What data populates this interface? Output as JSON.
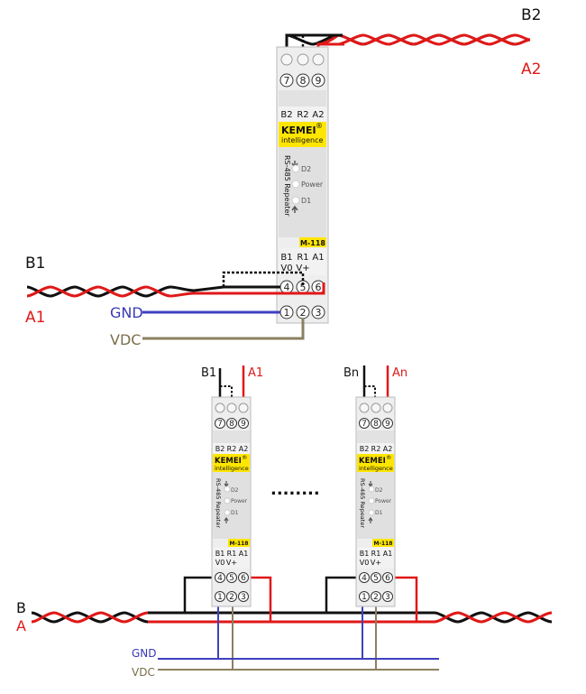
{
  "colors": {
    "b_wire": "#111111",
    "a_wire": "#e01818",
    "gnd_wire": "#4040c0",
    "vdc_wire": "#8b8060",
    "label_b": "#111111",
    "label_a": "#e01818",
    "label_gnd": "#3838b8",
    "label_vdc": "#7a6e4a",
    "module_body": "#e6e6e6",
    "module_label_band": "#ffe600"
  },
  "top": {
    "labels": {
      "b2": "B2",
      "a2": "A2",
      "b1": "B1",
      "a1": "A1",
      "gnd": "GND",
      "vdc": "VDC"
    },
    "module": {
      "top_terminals": [
        "7",
        "8",
        "9"
      ],
      "top_header": [
        "B2",
        "R2",
        "A2"
      ],
      "brand": "KEMEI",
      "registered": "®",
      "subbrand": "intelligence",
      "product_text": "RS-485 Repeater",
      "leds": [
        "D2",
        "Power",
        "D1"
      ],
      "model": "M-118",
      "bottom_header_row1": [
        "B1",
        "R1",
        "A1"
      ],
      "bottom_header_row2": [
        "V0",
        "V+"
      ],
      "bottom_terminals_row1": [
        "4",
        "5",
        "6"
      ],
      "bottom_terminals_row2": [
        "1",
        "2",
        "3"
      ]
    }
  },
  "bottom": {
    "labels": {
      "b": "B",
      "a": "A",
      "gnd": "GND",
      "vdc": "VDC",
      "ellipsis": "........"
    },
    "modules": [
      {
        "top_label_b": "B1",
        "top_label_a": "A1",
        "top_terminals": [
          "7",
          "8",
          "9"
        ],
        "top_header": [
          "B2",
          "R2",
          "A2"
        ],
        "brand": "KEMEI",
        "registered": "®",
        "subbrand": "intelligence",
        "product_text": "RS-485 Repeater",
        "leds": [
          "D2",
          "Power",
          "D1"
        ],
        "model": "M-118",
        "bottom_header_row1": [
          "B1",
          "R1",
          "A1"
        ],
        "bottom_header_row2": [
          "V0",
          "V+"
        ],
        "bottom_terminals_row1": [
          "4",
          "5",
          "6"
        ],
        "bottom_terminals_row2": [
          "1",
          "2",
          "3"
        ]
      },
      {
        "top_label_b": "Bn",
        "top_label_a": "An",
        "top_terminals": [
          "7",
          "8",
          "9"
        ],
        "top_header": [
          "B2",
          "R2",
          "A2"
        ],
        "brand": "KEMEI",
        "registered": "®",
        "subbrand": "intelligence",
        "product_text": "RS-485 Repeater",
        "leds": [
          "D2",
          "Power",
          "D1"
        ],
        "model": "M-118",
        "bottom_header_row1": [
          "B1",
          "R1",
          "A1"
        ],
        "bottom_header_row2": [
          "V0",
          "V+"
        ],
        "bottom_terminals_row1": [
          "4",
          "5",
          "6"
        ],
        "bottom_terminals_row2": [
          "1",
          "2",
          "3"
        ]
      }
    ]
  }
}
